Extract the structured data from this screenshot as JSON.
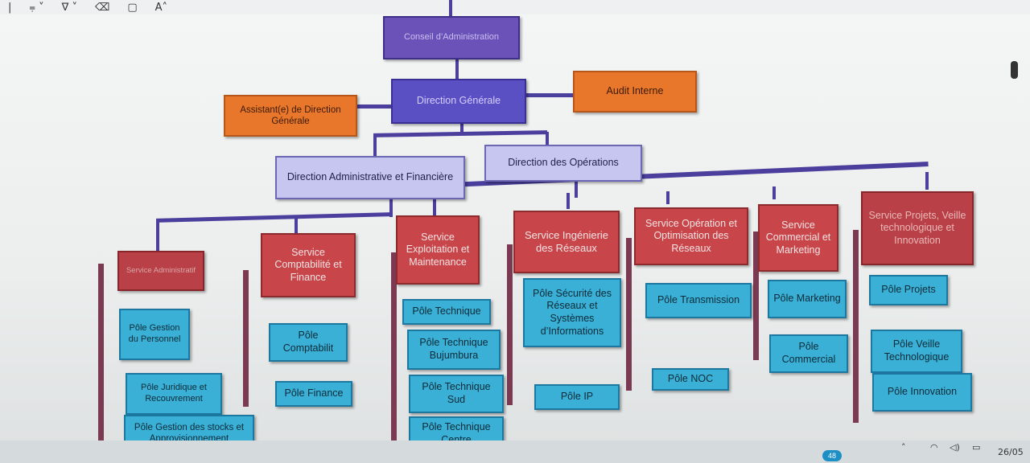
{
  "toolbar": {
    "items": [
      "|",
      "⩦ ˅",
      "∇ ˅",
      "⌫",
      "▢",
      "A˄"
    ]
  },
  "org": {
    "conseil": "Conseil d’Administration",
    "direction_generale": "Direction Générale",
    "assistant": "Assistant(e) de Direction Générale",
    "audit": "Audit Interne",
    "daf": "Direction Administrative et Financière",
    "operations": "Direction des Opérations",
    "services": {
      "admin": "Service Administratif",
      "compta": "Service Comptabilité et Finance",
      "exploitation": "Service Exploitation et Maintenance",
      "ingenierie": "Service Ingénierie des Réseaux",
      "optimisation": "Service Opération et Optimisation des Réseaux",
      "commercial": "Service Commercial et Marketing",
      "projets": "Service Projets, Veille technologique et Innovation"
    },
    "poles": {
      "personnel": "Pôle Gestion du Personnel",
      "juridique": "Pôle Juridique et Recouvrement",
      "stocks": "Pôle Gestion des stocks et Approvisionnement",
      "comptabilite": "Pôle Comptabilit",
      "finance": "Pôle Finance",
      "technique": "Pôle Technique",
      "technique_bujumbura": "Pôle Technique Bujumbura",
      "technique_sud": "Pôle Technique Sud",
      "technique_centre": "Pôle Technique Centre",
      "securite": "Pôle Sécurité des Réseaux et Systèmes d’Informations",
      "ip": "Pôle IP",
      "transmission": "Pôle Transmission",
      "noc": "Pôle NOC",
      "marketing": "Pôle Marketing",
      "commercial": "Pôle Commercial",
      "projets": "Pôle Projets",
      "veille": "Pôle Veille Technologique",
      "innovation": "Pôle Innovation"
    }
  },
  "taskbar": {
    "badge": "48",
    "date": "26/05"
  }
}
